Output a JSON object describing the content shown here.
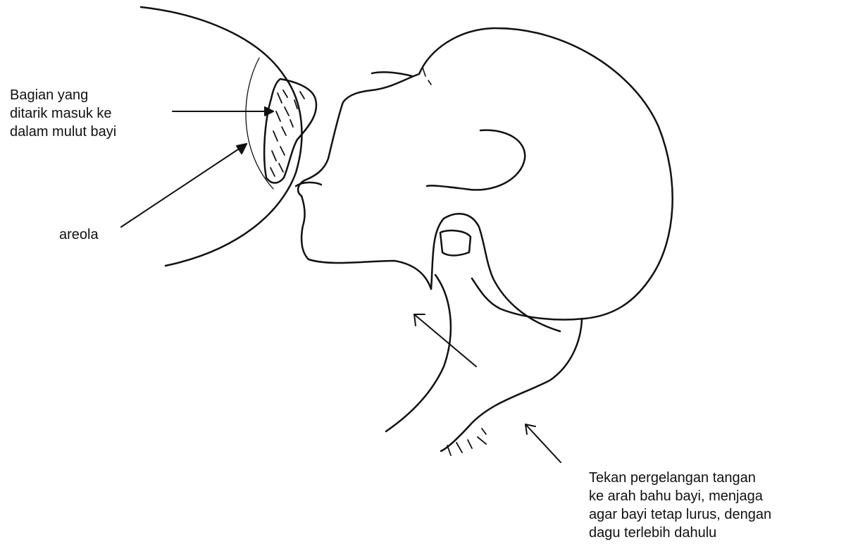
{
  "labels": {
    "nipple_region": [
      "Bagian yang",
      "ditarik masuk ke",
      "dalam mulut bayi"
    ],
    "areola": "areola",
    "instruction": [
      "Tekan pergelangan tangan",
      "ke arah bahu bayi, menjaga",
      "agar bayi tetap lurus, dengan",
      "dagu terlebih dahulu"
    ]
  },
  "colors": {
    "line": "#111111",
    "background": "#ffffff"
  }
}
